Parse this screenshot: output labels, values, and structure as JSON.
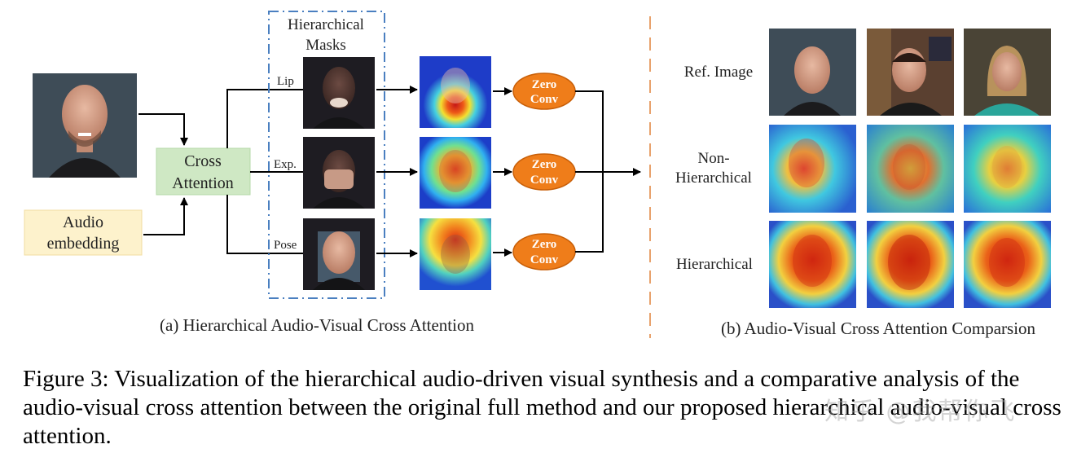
{
  "panel_a": {
    "masks_title_line1": "Hierarchical",
    "masks_title_line2": "Masks",
    "cross_attention_line1": "Cross",
    "cross_attention_line2": "Attention",
    "audio_line1": "Audio",
    "audio_line2": "embedding",
    "branch_labels": [
      "Lip",
      "Exp.",
      "Pose"
    ],
    "zero_conv_line1": "Zero",
    "zero_conv_line2": "Conv",
    "subcaption": "(a) Hierarchical Audio-Visual Cross Attention"
  },
  "panel_b": {
    "row_labels": {
      "ref": "Ref. Image",
      "non_line1": "Non-",
      "non_line2": "Hierarchical",
      "hier": "Hierarchical"
    },
    "subcaption": "(b) Audio-Visual Cross Attention Comparsion"
  },
  "colors": {
    "cross_attention_fill": "#cfe8c4",
    "audio_fill": "#fdf2cc",
    "zero_conv_fill": "#ef7d1a",
    "mask_border": "#4a7fc0",
    "divider": "#e8a26c"
  },
  "caption": "Figure 3: Visualization of the hierarchical audio-driven visual synthesis and a comparative analysis of the audio-visual cross attention between the original full method and our proposed hierarchical audio-visual cross attention.",
  "watermark": "知乎 @我帮你飞"
}
